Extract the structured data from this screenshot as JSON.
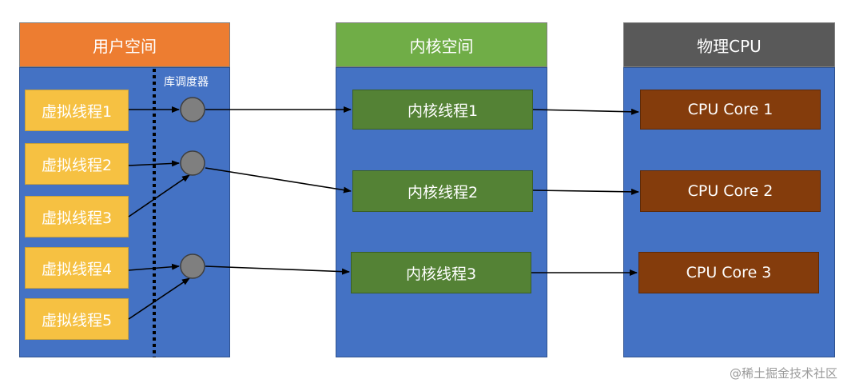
{
  "panels": {
    "user_space": {
      "title": "用户空间",
      "header_color": "#ed7d31"
    },
    "kernel_space": {
      "title": "内核空间",
      "header_color": "#70ad47"
    },
    "physical_cpu": {
      "title": "物理CPU",
      "header_color": "#595959"
    }
  },
  "scheduler_label": "库调度器",
  "virtual_threads": [
    "虚拟线程1",
    "虚拟线程2",
    "虚拟线程3",
    "虚拟线程4",
    "虚拟线程5"
  ],
  "kernel_threads": [
    "内核线程1",
    "内核线程2",
    "内核线程3"
  ],
  "cpu_cores": [
    "CPU Core 1",
    "CPU Core 2",
    "CPU Core 3"
  ],
  "watermark": "@稀土掘金技术社区",
  "colors": {
    "panel_body": "#4472c4",
    "virtual_thread": "#f6c142",
    "kernel_thread": "#548235",
    "cpu_core": "#843c0c",
    "scheduler_node": "#7f7f7f"
  }
}
